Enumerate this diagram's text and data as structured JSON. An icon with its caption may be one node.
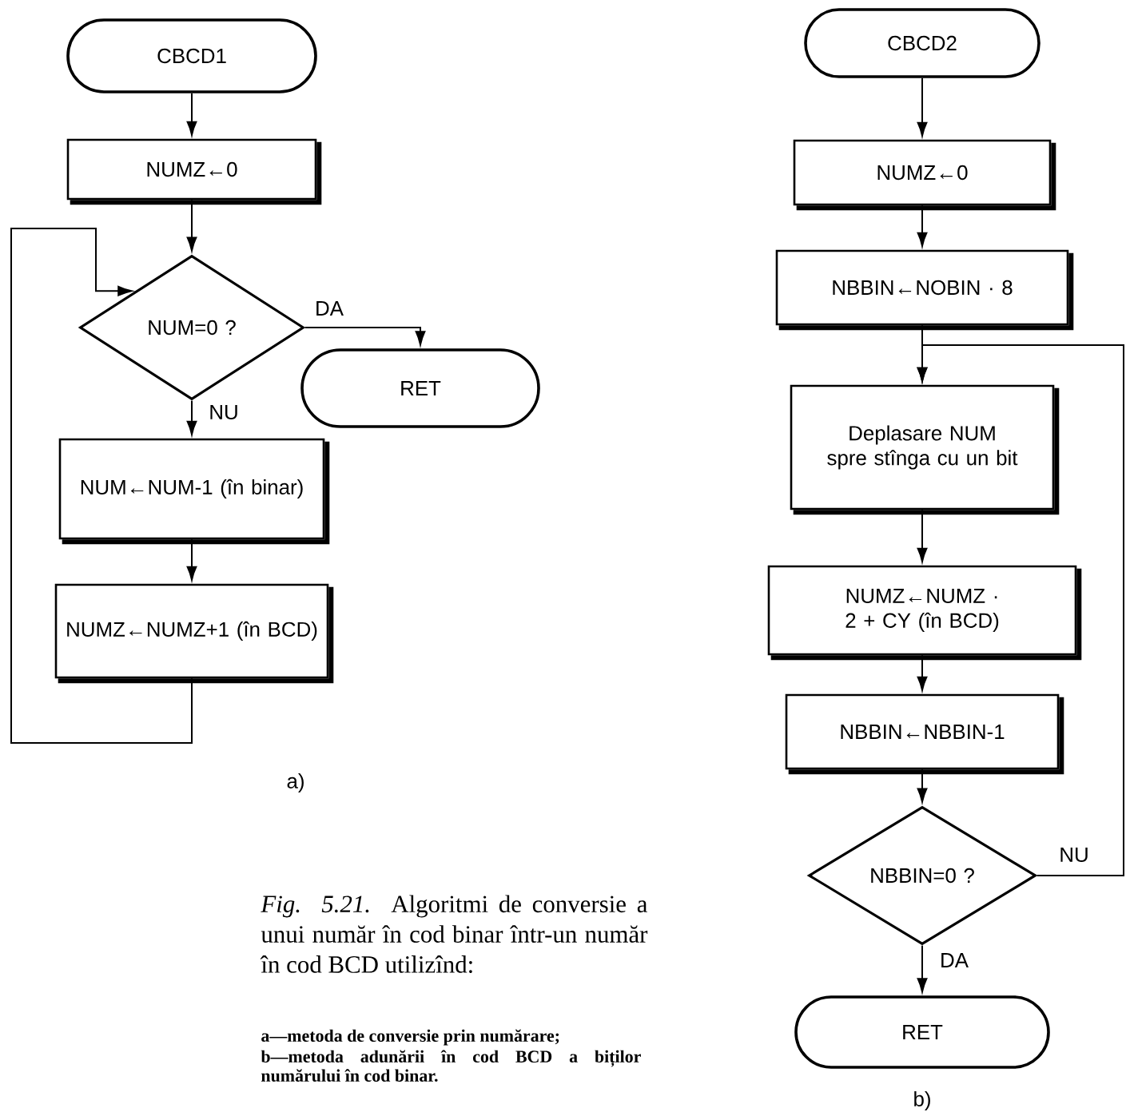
{
  "diagram": {
    "caption": "*Fig. 5.21.* Algoritmi de conversie a unui număr în cod binar într-un număr în cod BCD utilizînd:",
    "nodes": [
      {
        "text": [
          "CBCD1"
        ]
      },
      {
        "text": [
          "NUMZ←0"
        ]
      },
      {
        "text": [
          "NUM=0 ?"
        ]
      },
      {
        "text": [
          "RET"
        ]
      },
      {
        "text": [
          "NUM←NUM-1 (în binar)"
        ]
      },
      {
        "text": [
          "NUMZ←NUMZ+1 (în BCD)"
        ]
      },
      {
        "text": [
          "CBCD2"
        ]
      },
      {
        "text": [
          "NUMZ←0"
        ]
      },
      {
        "text": [
          "NBBIN←NOBIN · 8"
        ]
      },
      {
        "text": [
          "Deplasare NUM spre stînga cu un bit"
        ]
      },
      {
        "text": [
          "NUMZ←NUMZ · 2 + CY (în BCD)"
        ]
      },
      {
        "text": [
          "NBBIN←NBBIN-1"
        ]
      },
      {
        "text": [
          "NBBIN=0 ?"
        ]
      },
      {
        "text": [
          "RET"
        ]
      }
    ],
    "edges": [
      {
        "from": 0,
        "to": 1,
        "arrow": "to"
      },
      {
        "from": 1,
        "to": 2,
        "arrow": "to"
      },
      {
        "from": 2,
        "to": 3,
        "arrow": "to",
        "label": "DA"
      },
      {
        "from": 2,
        "to": 4,
        "arrow": "to",
        "label": "NU"
      },
      {
        "from": 4,
        "to": 5,
        "arrow": "to"
      },
      {
        "from": 5,
        "to": 2,
        "arrow": "to"
      },
      {
        "from": 6,
        "to": 7,
        "arrow": "to"
      },
      {
        "from": 7,
        "to": 8,
        "arrow": "to"
      },
      {
        "from": 8,
        "to": 9,
        "arrow": "to"
      },
      {
        "from": 9,
        "to": 10,
        "arrow": "to"
      },
      {
        "from": 10,
        "to": 11,
        "arrow": "to"
      },
      {
        "from": 11,
        "to": 12,
        "arrow": "to"
      },
      {
        "from": 12,
        "to": 13,
        "arrow": "to",
        "label": "DA"
      },
      {
        "from": 12,
        "to": 9,
        "arrow": "to",
        "label": "NU"
      }
    ],
    "labels": [
      "a)",
      "b)",
      "a—metoda de conversie prin numărare;",
      "b—metoda adunării în cod BCD a biților numărului în cod binar."
    ]
  }
}
